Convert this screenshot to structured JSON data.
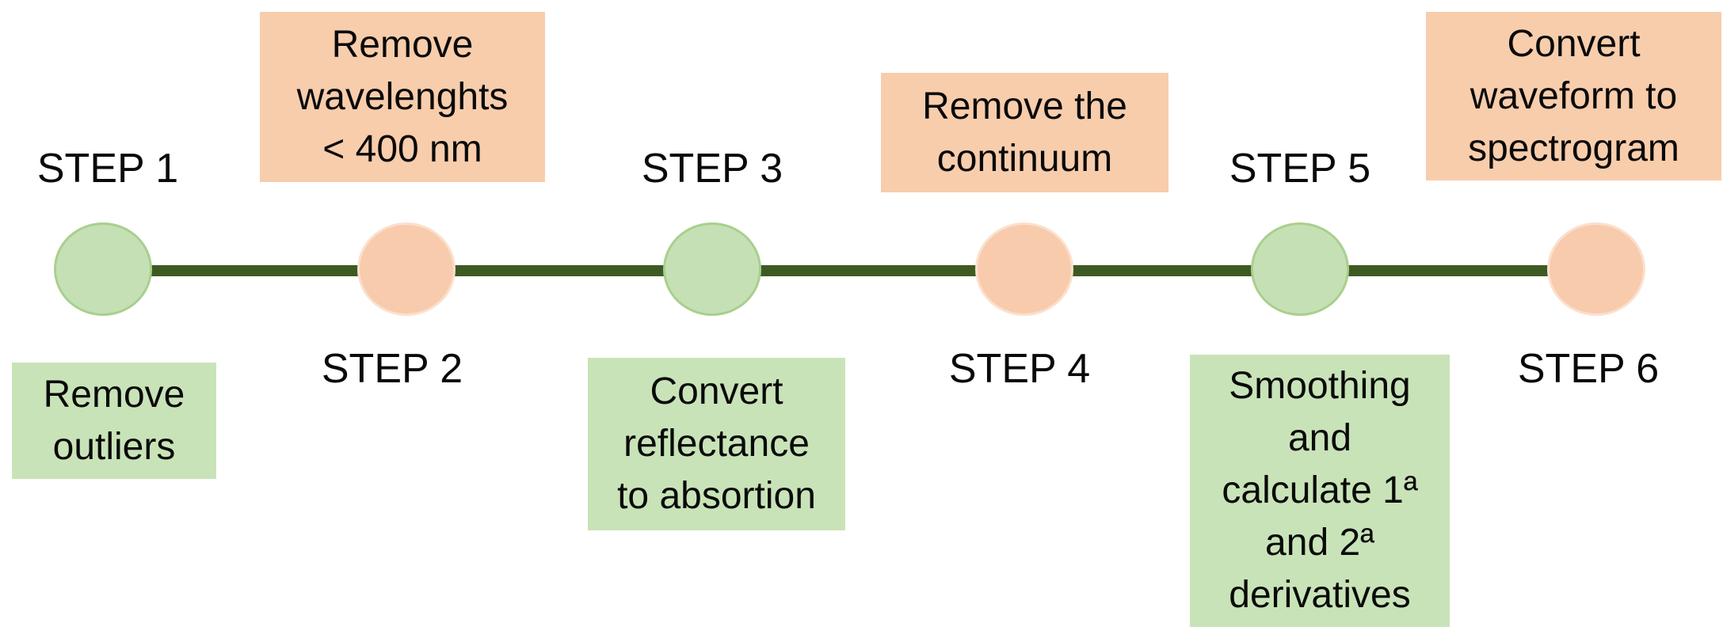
{
  "diagram": {
    "type": "process-timeline",
    "background_color": "#FFFFFF",
    "line_color": "#3E5A22",
    "colors": {
      "green_circle_fill": "#C6E0B5",
      "green_circle_border": "#A8D08D",
      "orange_circle_fill": "#F8CBAD",
      "green_box_fill": "#C9E3B8",
      "orange_box_fill": "#F8CDAC",
      "text_color": "#000000"
    },
    "steps": [
      {
        "label": "STEP 1",
        "color": "green",
        "note_position": "below",
        "note": "Remove\noutliers"
      },
      {
        "label": "STEP 2",
        "color": "orange",
        "note_position": "above",
        "note": "Remove\nwavelenghts\n< 400 nm"
      },
      {
        "label": "STEP 3",
        "color": "green",
        "note_position": "below",
        "note": "Convert\nreflectance\nto absortion"
      },
      {
        "label": "STEP 4",
        "color": "orange",
        "note_position": "above",
        "note": "Remove the\ncontinuum"
      },
      {
        "label": "STEP 5",
        "color": "green",
        "note_position": "below",
        "note": "Smoothing\nand\ncalculate 1ª\nand 2ª\nderivatives"
      },
      {
        "label": "STEP 6",
        "color": "orange",
        "note_position": "above",
        "note": "Convert\nwaveform to\nspectrogram"
      }
    ]
  }
}
